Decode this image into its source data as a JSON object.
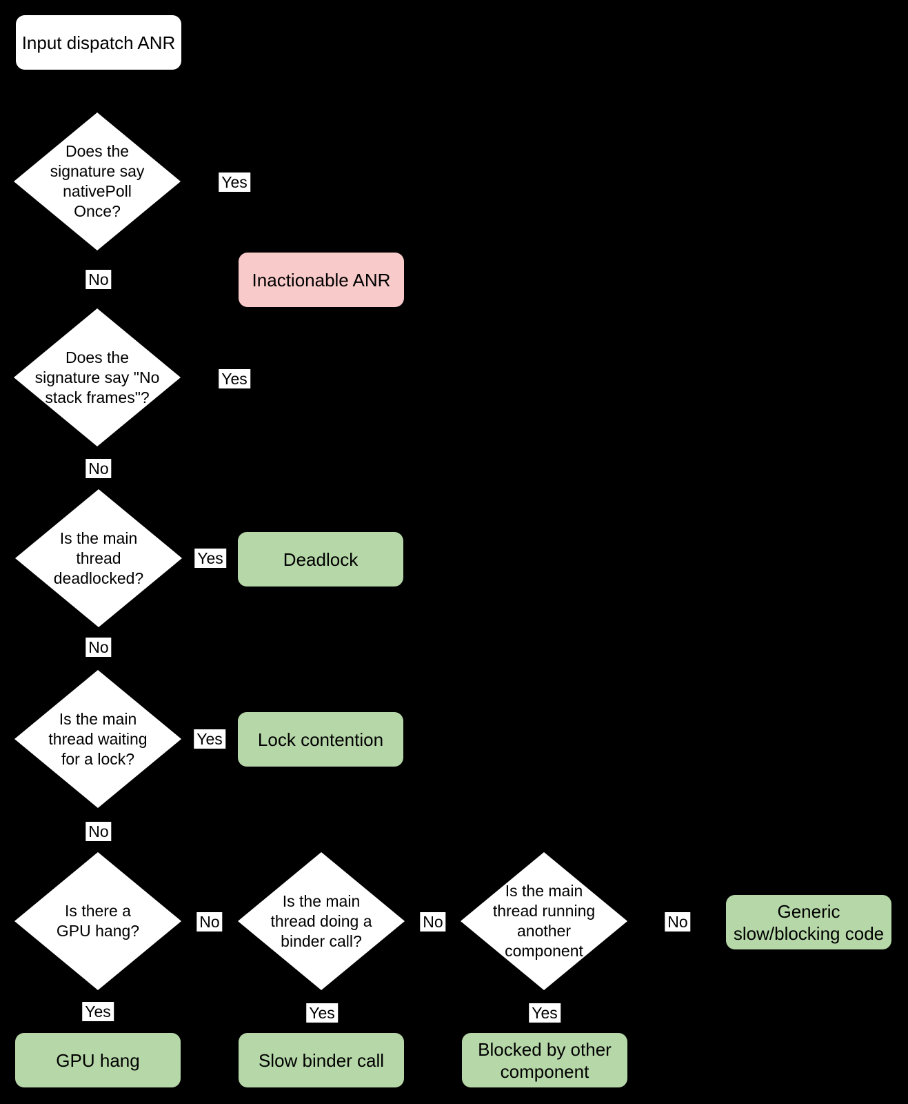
{
  "colors": {
    "background": "#000000",
    "shape_fill": "#ffffff",
    "outcome_green": "#b6d7a8",
    "outcome_red": "#f8caca",
    "text": "#000000"
  },
  "flowchart": {
    "start": {
      "label": "Input dispatch ANR"
    },
    "decisions": {
      "native_poll_once": {
        "label": "Does the\nsignature say\nnativePoll\nOnce?"
      },
      "no_stack_frames": {
        "label": "Does the\nsignature say \"No\nstack frames\"?"
      },
      "main_thread_deadlocked": {
        "label": "Is the main\nthread\ndeadlocked?"
      },
      "waiting_for_lock": {
        "label": "Is the main\nthread waiting\nfor a lock?"
      },
      "gpu_hang": {
        "label": "Is there a\nGPU hang?"
      },
      "binder_call": {
        "label": "Is the main\nthread doing a\nbinder call?"
      },
      "running_other_component": {
        "label": "Is the main\nthread running\nanother\ncomponent"
      }
    },
    "outcomes": {
      "inactionable_anr": {
        "label": "Inactionable ANR",
        "fill": "#f8caca"
      },
      "deadlock": {
        "label": "Deadlock",
        "fill": "#b6d7a8"
      },
      "lock_contention": {
        "label": "Lock contention",
        "fill": "#b6d7a8"
      },
      "generic_slow_blocking": {
        "label": "Generic\nslow/blocking code",
        "fill": "#b6d7a8"
      },
      "gpu_hang": {
        "label": "GPU hang",
        "fill": "#b6d7a8"
      },
      "slow_binder_call": {
        "label": "Slow binder call",
        "fill": "#b6d7a8"
      },
      "blocked_by_other_component": {
        "label": "Blocked by other\ncomponent",
        "fill": "#b6d7a8"
      }
    },
    "edge_labels": {
      "d1_yes": "Yes",
      "d1_no": "No",
      "d2_yes": "Yes",
      "d2_no": "No",
      "d3_yes": "Yes",
      "d3_no": "No",
      "d4_yes": "Yes",
      "d4_no": "No",
      "d5_yes": "Yes",
      "d5_no": "No",
      "d6_yes": "Yes",
      "d6_no": "No",
      "d7_yes": "Yes",
      "d7_no": "No"
    }
  }
}
